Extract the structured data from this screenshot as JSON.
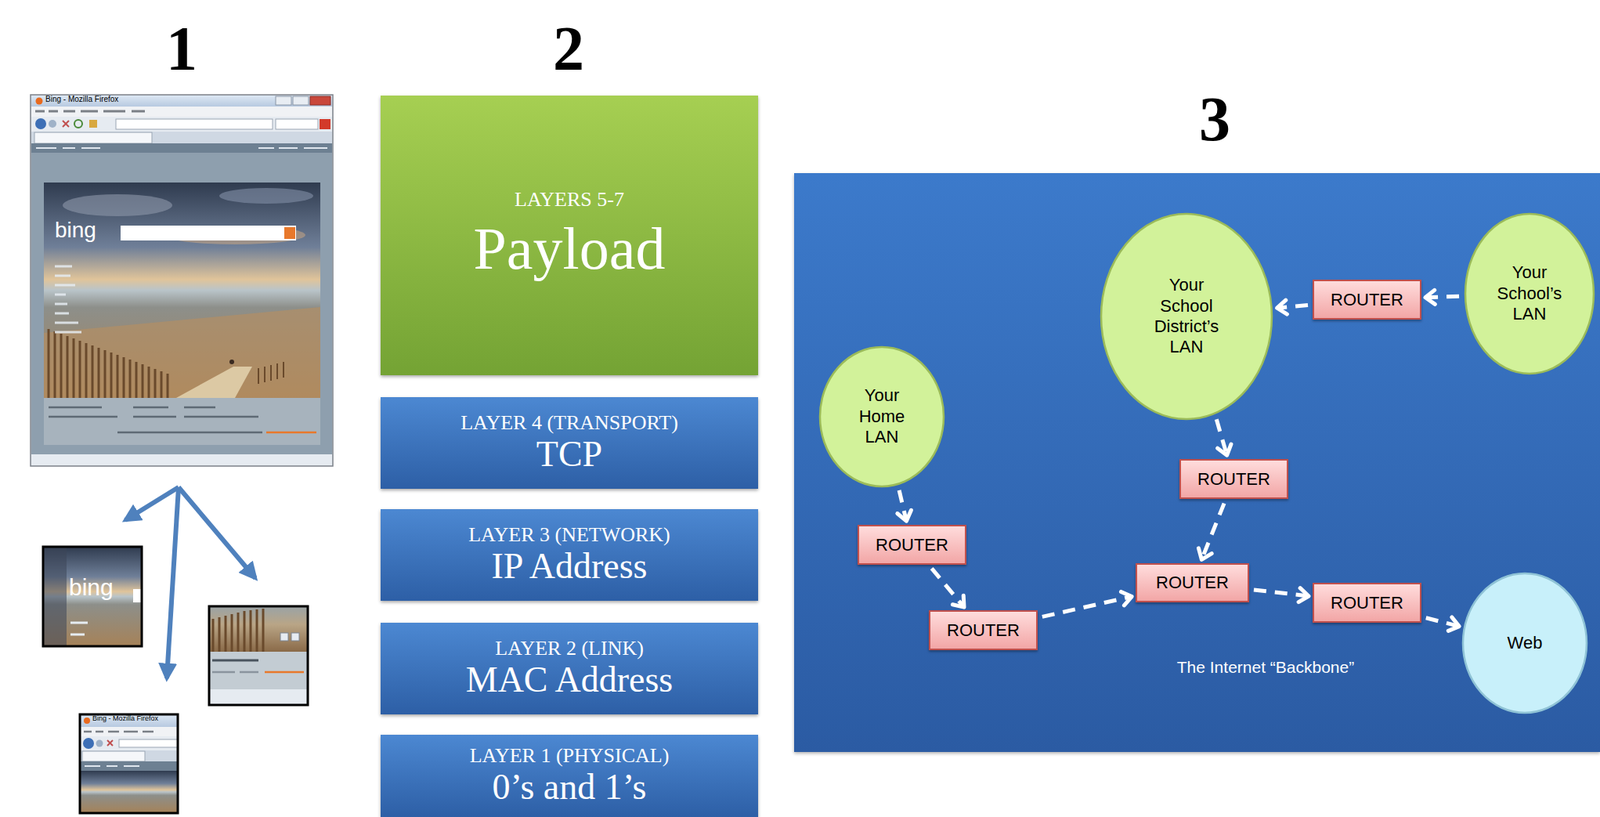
{
  "diagram": {
    "nodes": [
      {
        "text": [
          "LAYERS 5-7",
          "Payload"
        ]
      },
      {
        "text": [
          "LAYER 4 (TRANSPORT)",
          "TCP"
        ]
      },
      {
        "text": [
          "LAYER 3 (NETWORK)",
          "IP Address"
        ]
      },
      {
        "text": [
          "LAYER 2 (LINK)",
          "MAC Address"
        ]
      },
      {
        "text": [
          "LAYER 1 (PHYSICAL)",
          "0’s and 1’s"
        ]
      },
      {
        "text": [
          "The Internet “Backbone”"
        ]
      },
      {
        "text": [
          "Your School District’s LAN"
        ],
        "in": 5
      },
      {
        "text": [
          "Your School’s LAN"
        ],
        "in": 5
      },
      {
        "text": [
          "ROUTER"
        ],
        "in": 5
      },
      {
        "text": [
          "Your Home LAN"
        ],
        "in": 5
      },
      {
        "text": [
          "ROUTER"
        ],
        "in": 5
      },
      {
        "text": [
          "ROUTER"
        ],
        "in": 5
      },
      {
        "text": [
          "ROUTER"
        ],
        "in": 5
      },
      {
        "text": [
          "ROUTER"
        ],
        "in": 5
      },
      {
        "text": [
          "Web"
        ],
        "in": 5
      },
      {
        "text": [
          "ROUTER"
        ],
        "in": 5
      }
    ],
    "edges": [
      {
        "from": 7,
        "to": 8,
        "arrow": "to"
      },
      {
        "from": 8,
        "to": 6,
        "arrow": "to"
      },
      {
        "from": 6,
        "to": 10,
        "arrow": "to"
      },
      {
        "from": 10,
        "to": 12,
        "arrow": "to"
      },
      {
        "from": 9,
        "to": 11,
        "arrow": "to"
      },
      {
        "from": 11,
        "to": 15,
        "arrow": "to"
      },
      {
        "from": 15,
        "to": 12,
        "arrow": "to"
      },
      {
        "from": 12,
        "to": 13,
        "arrow": "to"
      },
      {
        "from": 13,
        "to": 14,
        "arrow": "to"
      }
    ],
    "labels": [
      "1",
      "2",
      "3",
      "Bing - Mozilla Firefox",
      "bing",
      "bing",
      "Bing - Mozilla Firefox"
    ]
  }
}
